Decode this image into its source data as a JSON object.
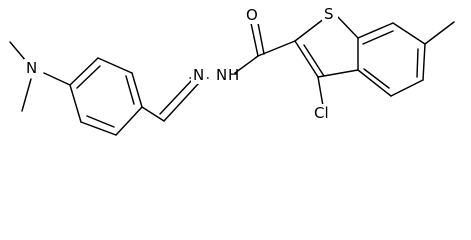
{
  "molecule": {
    "atoms": [
      {
        "id": "s1",
        "symbol": "S",
        "label": "S"
      },
      {
        "id": "o1",
        "symbol": "O",
        "label": "O"
      },
      {
        "id": "n1",
        "symbol": "N",
        "label": "N"
      },
      {
        "id": "n2",
        "symbol": "N",
        "label": "N"
      },
      {
        "id": "n3",
        "symbol": "N",
        "label": "N"
      },
      {
        "id": "h1",
        "symbol": "H",
        "label": "H"
      },
      {
        "id": "cl1",
        "symbol": "Cl",
        "label": "Cl"
      }
    ],
    "bond_style": {
      "color": "#000000"
    }
  }
}
